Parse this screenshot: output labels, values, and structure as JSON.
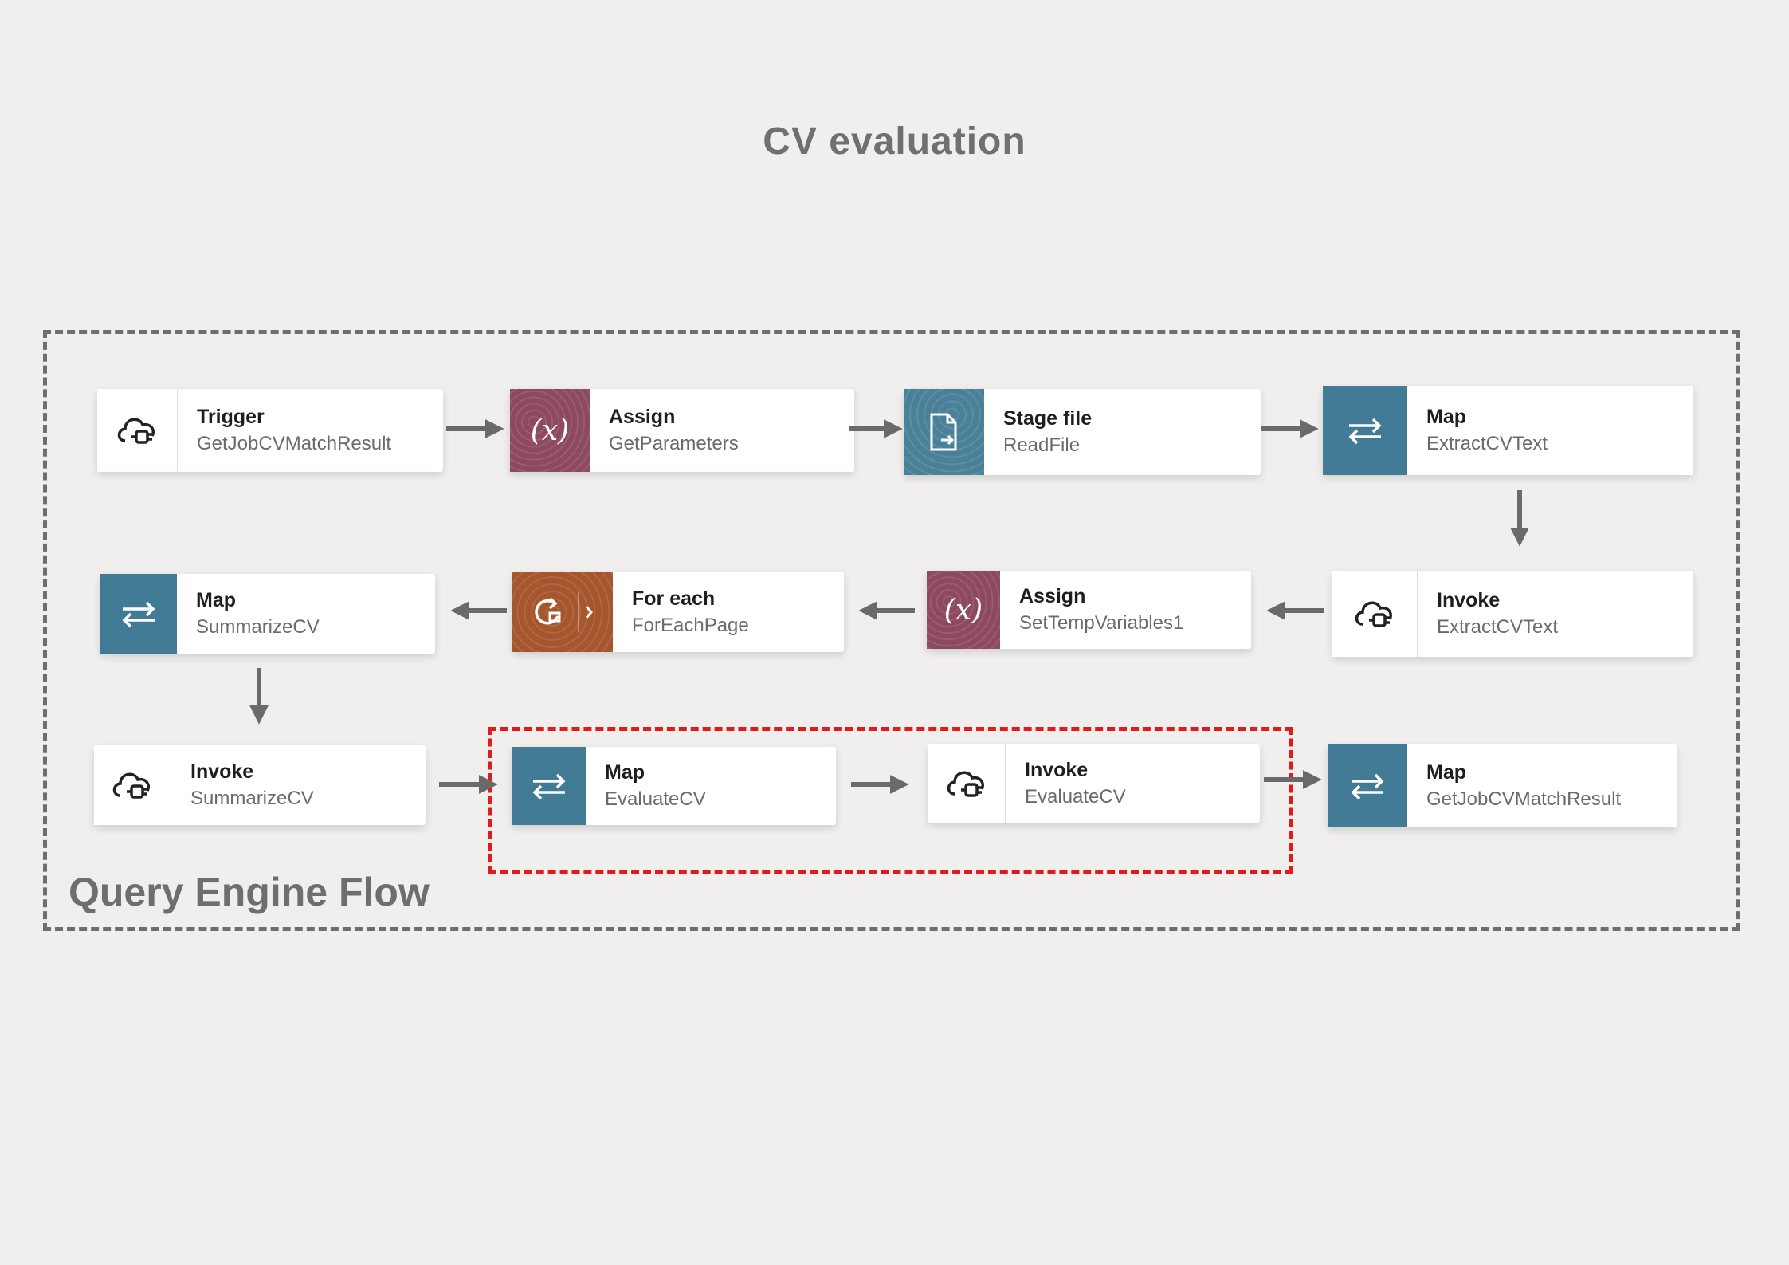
{
  "title": "CV evaluation",
  "flow_label": "Query Engine Flow",
  "nodes": [
    {
      "type": "Trigger",
      "name": "GetJobCVMatchResult",
      "icon": "cloud-plug-icon"
    },
    {
      "type": "Assign",
      "name": "GetParameters",
      "icon": "variable-x-icon"
    },
    {
      "type": "Stage file",
      "name": "ReadFile",
      "icon": "stage-file-icon"
    },
    {
      "type": "Map",
      "name": "ExtractCVText",
      "icon": "map-arrows-icon"
    },
    {
      "type": "Invoke",
      "name": "ExtractCVText",
      "icon": "cloud-plug-icon"
    },
    {
      "type": "Assign",
      "name": "SetTempVariables1",
      "icon": "variable-x-icon"
    },
    {
      "type": "For each",
      "name": "ForEachPage",
      "icon": "loop-icon"
    },
    {
      "type": "Map",
      "name": "SummarizeCV",
      "icon": "map-arrows-icon"
    },
    {
      "type": "Invoke",
      "name": "SummarizeCV",
      "icon": "cloud-plug-icon"
    },
    {
      "type": "Map",
      "name": "EvaluateCV",
      "icon": "map-arrows-icon"
    },
    {
      "type": "Invoke",
      "name": "EvaluateCV",
      "icon": "cloud-plug-icon"
    },
    {
      "type": "Map",
      "name": "GetJobCVMatchResult",
      "icon": "map-arrows-icon"
    }
  ],
  "colors": {
    "map": "#417b95",
    "assign": "#8d4a5e",
    "stage": "#4a8199",
    "foreach": "#a5562c",
    "highlight": "#e01b1b",
    "frame": "#6e6e6e"
  }
}
